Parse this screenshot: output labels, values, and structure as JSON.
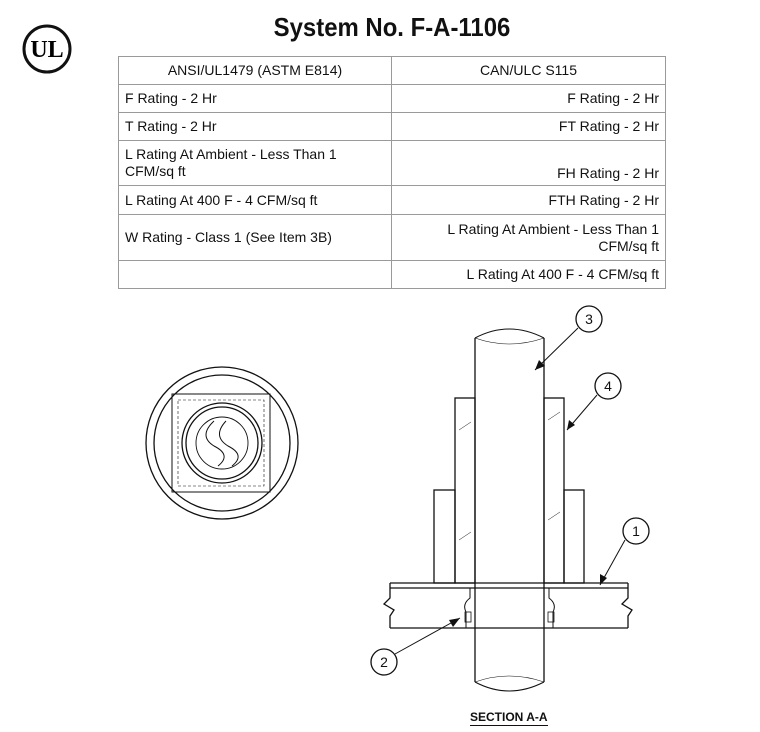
{
  "header": {
    "title": "System No. F-A-1106",
    "logo_text": "UL"
  },
  "ratings_table": {
    "columns": [
      "ANSI/UL1479 (ASTM E814)",
      "CAN/ULC S115"
    ],
    "rows": [
      [
        "F Rating - 2 Hr",
        "F Rating - 2 Hr"
      ],
      [
        "T Rating - 2 Hr",
        "FT Rating - 2 Hr"
      ],
      [
        "L Rating At Ambient - Less Than 1 CFM/sq ft",
        "FH Rating - 2 Hr"
      ],
      [
        "L Rating At 400 F - 4 CFM/sq ft",
        "FTH Rating - 2 Hr"
      ],
      [
        "W Rating - Class 1 (See Item 3B)",
        "L Rating At Ambient - Less Than 1 CFM/sq ft"
      ],
      [
        "",
        "L Rating At 400 F - 4 CFM/sq ft"
      ]
    ]
  },
  "drawing": {
    "callouts": [
      "1",
      "2",
      "3",
      "4"
    ],
    "section_label": "SECTION A-A"
  }
}
